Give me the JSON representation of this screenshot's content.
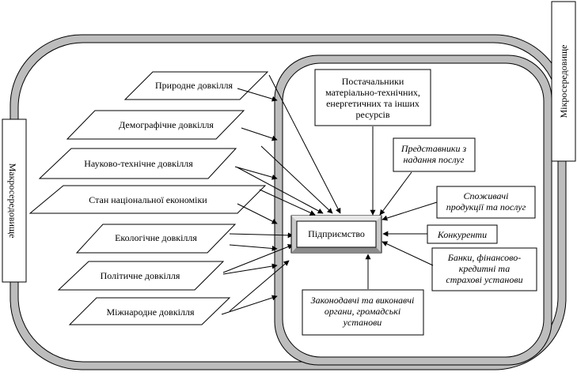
{
  "macro_label": "Макросередовище",
  "micro_label": "Мікросередовище",
  "enterprise": "Підприємство",
  "macro_factors": [
    "Природне довкілля",
    "Демографічне довкілля",
    "Науково-технічне довкілля",
    "Стан національної економіки",
    "Екологічне довкілля",
    "Політичне довкілля",
    "Міжнародне довкілля"
  ],
  "suppliers": [
    "Постачальники",
    "матеріально-технічних,",
    "енергетичних та інших",
    "ресурсів"
  ],
  "service_providers": [
    "Представники з",
    "надання послуг"
  ],
  "consumers": [
    "Споживачі",
    "продукції та послуг"
  ],
  "competitors": "Конкуренти",
  "banks": [
    "Банки, фінансово-",
    "кредитні та",
    "страхові установи"
  ],
  "legislative": [
    "Законодавчі та виконавчі",
    "органи, громадські",
    "установи"
  ]
}
